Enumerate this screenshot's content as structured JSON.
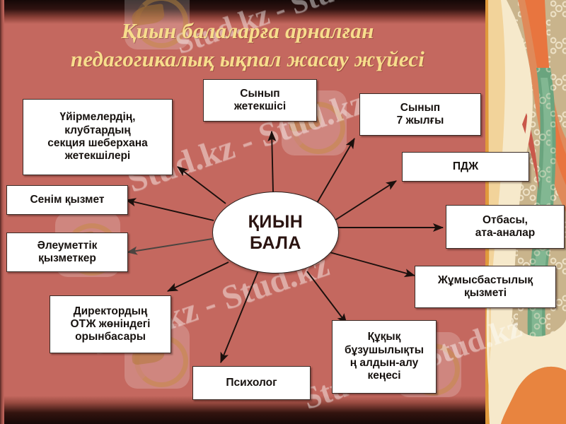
{
  "title": {
    "line1": "Қиын балаларға арналған",
    "line2": "педагогикалық ықпал жасау жүйесі"
  },
  "center": {
    "line1": "ҚИЫН",
    "line2": "БАЛА"
  },
  "nodes": [
    {
      "id": "class-leader",
      "label": "Сынып\nжетекшісі"
    },
    {
      "id": "class-7-year",
      "label": "Сынып\n7 жылғы"
    },
    {
      "id": "pdzh",
      "label": "ПДЖ"
    },
    {
      "id": "family-parents",
      "label": "Отбасы,\nата-аналар"
    },
    {
      "id": "employment-service",
      "label": "Жұмысбастылық\nқызметі"
    },
    {
      "id": "offence-prevention",
      "label": "Құқық\nбұзушылықты\nң алдын-алу\nкеңесі"
    },
    {
      "id": "psychologist",
      "label": "Психолог"
    },
    {
      "id": "deputy-director",
      "label": "Директордың\nОТЖ жөніндегі\nорынбасары"
    },
    {
      "id": "social-worker",
      "label": "Әлеуметтік\nқызметкер"
    },
    {
      "id": "trust-service",
      "label": "Сенім қызмет"
    },
    {
      "id": "club-leaders",
      "label": "Үйірмелердің,\nклубтардың\nсекция шеберхана\nжетекшілері"
    }
  ],
  "watermarks": {
    "top": "Stud.kz - Stud.kz",
    "middle": "Stud.kz - Stud.kz",
    "lower": "Stud.kz - Stud.kz",
    "bottom": "Stud.kz - Stud.kz"
  },
  "colors": {
    "background": "#c4685f",
    "title_text": "#f7dd8c",
    "node_fill": "#ffffff",
    "node_border": "#3a2b26",
    "arrow": "#1b100d",
    "ornament_base": "#c9b48c"
  }
}
